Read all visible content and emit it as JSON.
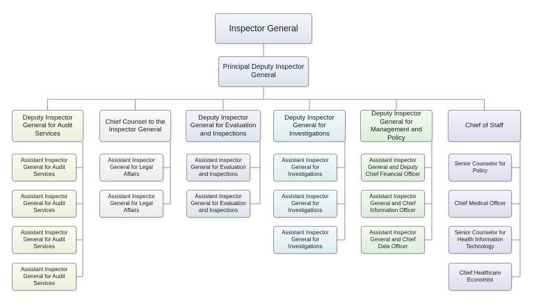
{
  "org": {
    "top": {
      "label": "Inspector General"
    },
    "deputy": {
      "label": "Principal Deputy Inspector General"
    },
    "columns": [
      {
        "key": "audit",
        "head": "Deputy Inspector General for Audit Services",
        "color": "#eeeedc",
        "subs": [
          "Assistant Inspector General for Audit Services",
          "Assistant Inspector General for Audit Services",
          "Assistant Inspector General for Audit Services",
          "Assistant Inspector General for Audit Services"
        ]
      },
      {
        "key": "legal",
        "head": "Chief Counsel to the Inspector General",
        "color": "#ececec",
        "subs": [
          "Assistant Inspector General for Legal Affairs",
          "Assistant Inspector General for Legal Affairs"
        ]
      },
      {
        "key": "eval",
        "head": "Deputy Inspector General for Evaluation and Inspections",
        "color": "#dfe3ee",
        "subs": [
          "Assistant Inspector General for Evaluation and Inspections",
          "Assistant Inspector General for Evaluation and Inspections"
        ]
      },
      {
        "key": "inv",
        "head": "Deputy Inspector General for Investigations",
        "color": "#dcedf0",
        "subs": [
          "Assistant Inspector General for Investigations",
          "Assistant Inspector General for Investigations",
          "Assistant Inspector General for Investigations"
        ]
      },
      {
        "key": "mgmt",
        "head": "Deputy Inspector General for Management and Policy",
        "color": "#ddeedb",
        "subs": [
          "Assistant Inspector General and Deputy Chief Financial Officer",
          "Assistant Inspector General and Chief Information Officer",
          "Assistant Inspector General and Chief Data Officer"
        ]
      },
      {
        "key": "staff",
        "head": "Chief of Staff",
        "color": "#e1dded",
        "subs": [
          "Senior Counselor for Policy",
          "Chief Medical Officer",
          "Senior Counselor for Health Information Technology",
          "Chief Healthcare Economist"
        ]
      }
    ]
  }
}
